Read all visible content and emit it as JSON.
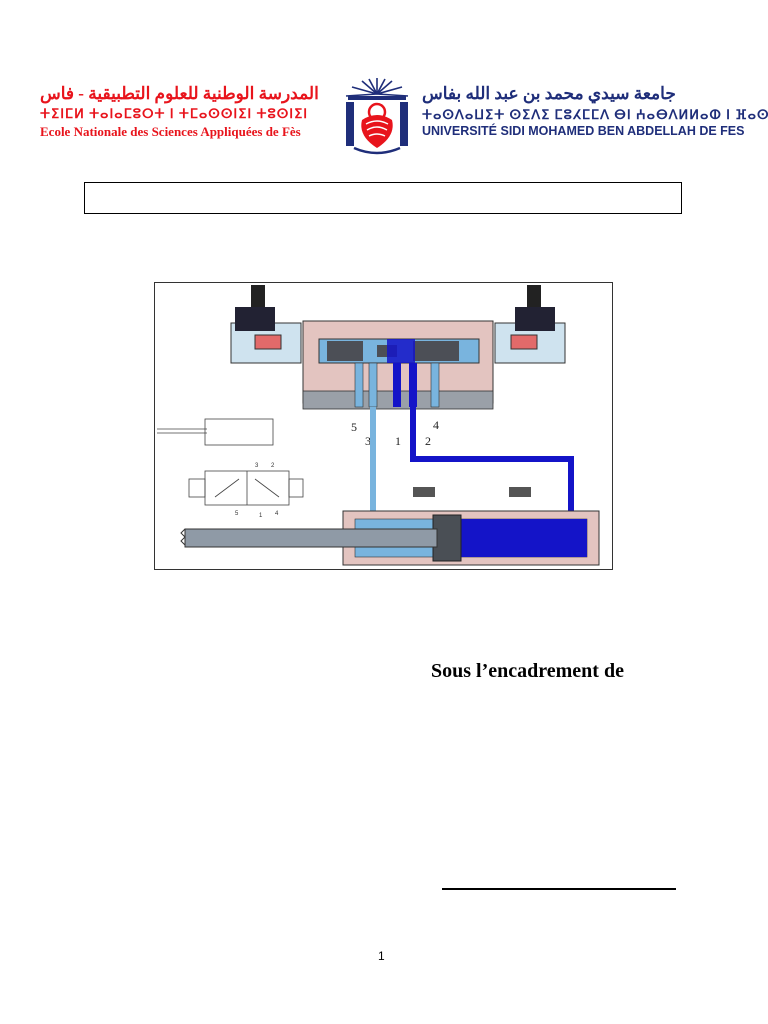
{
  "header": {
    "school": {
      "name_ar": "المدرسة الوطنية للعلوم التطبيقية - فاس",
      "name_tifinagh": "ⵜⵉⵏⵎⵍ ⵜⴰⵏⴰⵎⵓⵔⵜ ⵏ ⵜⵎⴰⵙⵙⵏⵉⵏ ⵜⵓⵙⵏⵉⵏ",
      "name_fr": "Ecole Nationale des Sciences Appliquées de Fès"
    },
    "university": {
      "name_ar": "جامعة سيدي محمد بن عبد الله بفاس",
      "name_tifinagh": "ⵜⴰⵙⴷⴰⵡⵉⵜ ⵙⵉⴷⵉ ⵎⵓⵃⵎⵎⴷ ⴱⵏ ⵄⴰⴱⴷⵍⵍⴰⵀ ⵏ ⴼⴰⵙ",
      "name_fr": "UNIVERSITÉ SIDI MOHAMED BEN ABDELLAH DE FES"
    },
    "logo_icon": "royal-crest-icon"
  },
  "figure": {
    "port_labels": [
      "5",
      "3",
      "1",
      "2",
      "4"
    ],
    "symbol_labels": [
      "3",
      "2",
      "5",
      "1",
      "4"
    ],
    "colors": {
      "body": "#e3c4c0",
      "pressure": "#1414c8",
      "exhaust": "#79b4de",
      "steel": "#8f9aa6"
    }
  },
  "main": {
    "supervision_label": "Sous l’encadrement de"
  },
  "footer": {
    "page_number": "1"
  }
}
